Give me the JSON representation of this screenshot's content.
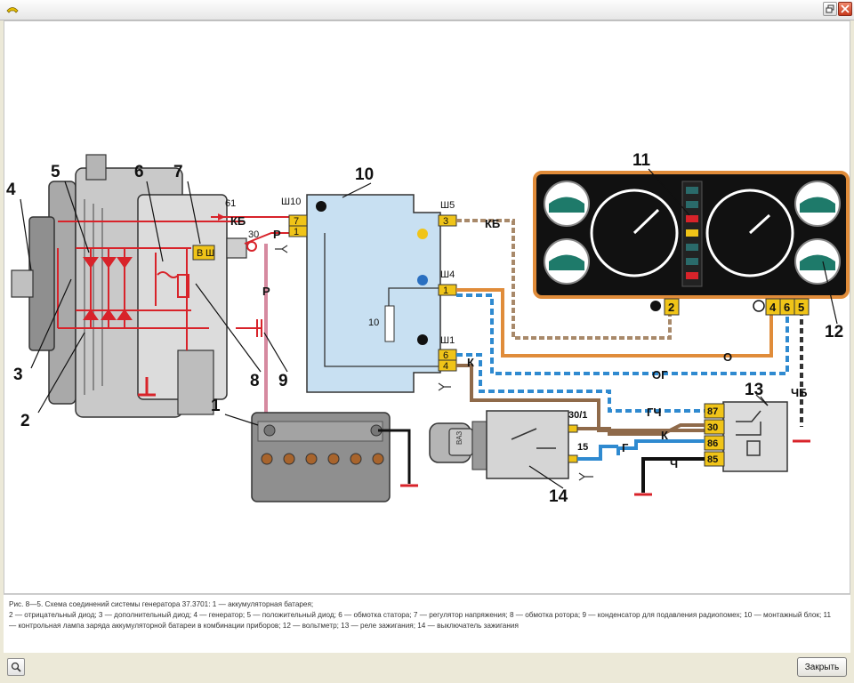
{
  "window": {
    "app_icon": "phone-receiver-icon",
    "buttons": [
      "restore-icon",
      "close-icon"
    ]
  },
  "diagram": {
    "callouts": [
      "1",
      "2",
      "3",
      "4",
      "5",
      "6",
      "7",
      "8",
      "9",
      "10",
      "11",
      "12",
      "13",
      "14"
    ],
    "block_pins": {
      "sh10": "Ш10",
      "sh5": "Ш5",
      "sh4": "Ш4",
      "sh1": "Ш1",
      "p7": "7",
      "p1": "1",
      "p3": "3",
      "p1b": "1",
      "p6": "6",
      "p4": "4",
      "fuse": "10"
    },
    "regulator_pins": [
      "В",
      "Ш"
    ],
    "wire_labels": {
      "t61": "61",
      "kb_left": "КБ",
      "t30": "30",
      "p_left": "Р",
      "p_down": "Р",
      "kb_right": "КБ",
      "k_block": "К",
      "o": "О",
      "og": "ОГ",
      "gch": "ГЧ",
      "k_relay": "К",
      "g": "Г",
      "ch": "Ч",
      "chb": "ЧБ",
      "s301": "30/1",
      "s15": "15"
    },
    "cluster_pins": [
      "2",
      "4",
      "6",
      "5"
    ],
    "relay_pins": [
      "87",
      "30",
      "86",
      "85"
    ],
    "key_text": "ВАЗ"
  },
  "caption": {
    "line1": "Рис. 8—5. Схема соединений системы генератора 37.3701: 1 — аккумуляторная батарея;",
    "line2": "2 — отрицательный диод; 3 — дополнительный диод; 4 — генератор; 5 — положительный диод; 6 — обмотка статора; 7 — регулятор напряжения; 8 — обмотка ротора; 9 — конденсатор для подавления радиопомех; 10 — монтажный блок; 11",
    "line3": "— контрольная лампа заряда аккумуляторной батареи в комбинации приборов; 12 — вольтметр; 13 — реле зажигания; 14 — выключатель зажигания"
  },
  "statusbar": {
    "zoom_icon": "magnifier-icon",
    "close_label": "Закрыть"
  }
}
